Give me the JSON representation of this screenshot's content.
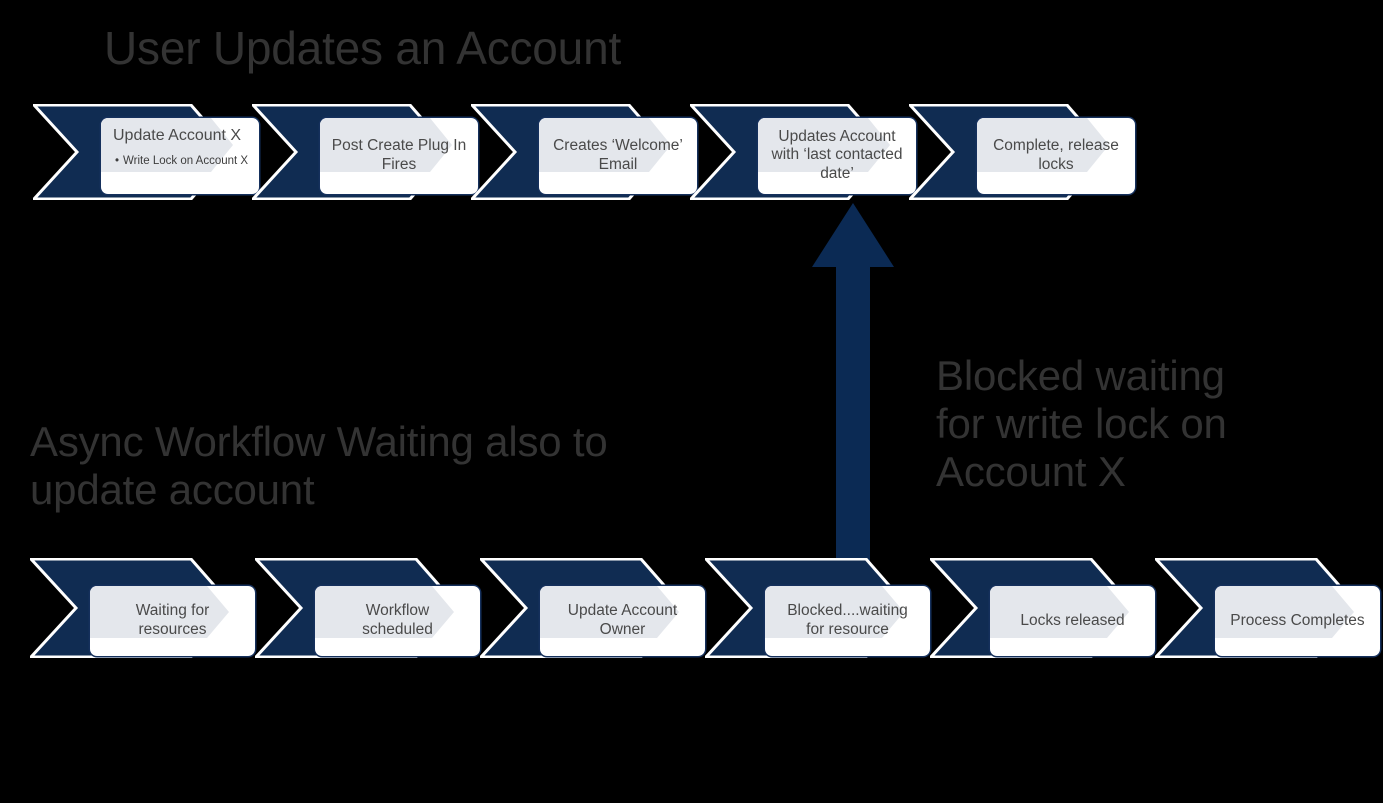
{
  "headings": {
    "title": "User Updates an Account",
    "async": "Async Workflow Waiting also to\nupdate account",
    "blocked": "Blocked waiting\nfor write lock on\nAccount X"
  },
  "colors": {
    "chevron_navy": "#102C52",
    "chevron_outline": "#FFFFFF",
    "card_white": "#FFFFFF",
    "card_inner_grey": "#E4E7EC",
    "card_border": "#15305C",
    "heading_text": "#333333",
    "card_text": "#4A4A4A",
    "arrow": "#0B2A54",
    "background": "#000000"
  },
  "top_row": {
    "name": "user-updates-flow",
    "steps": [
      {
        "label": "Update Account X",
        "sub": "Write  Lock on Account  X"
      },
      {
        "label": "Post Create Plug In\nFires",
        "sub": ""
      },
      {
        "label": "Creates ‘Welcome’\nEmail",
        "sub": ""
      },
      {
        "label": "Updates Account\nwith ‘last contacted\ndate’",
        "sub": ""
      },
      {
        "label": "Complete, release\nlocks",
        "sub": ""
      }
    ]
  },
  "bottom_row": {
    "name": "async-workflow-flow",
    "steps": [
      {
        "label": "Waiting for\nresources"
      },
      {
        "label": "Workflow\nscheduled"
      },
      {
        "label": "Update Account\nOwner"
      },
      {
        "label": "Blocked....waiting\nfor resource"
      },
      {
        "label": "Locks released"
      },
      {
        "label": "Process Completes"
      }
    ]
  },
  "arrow": {
    "name": "blocked-waiting-arrow",
    "direction": "up"
  }
}
